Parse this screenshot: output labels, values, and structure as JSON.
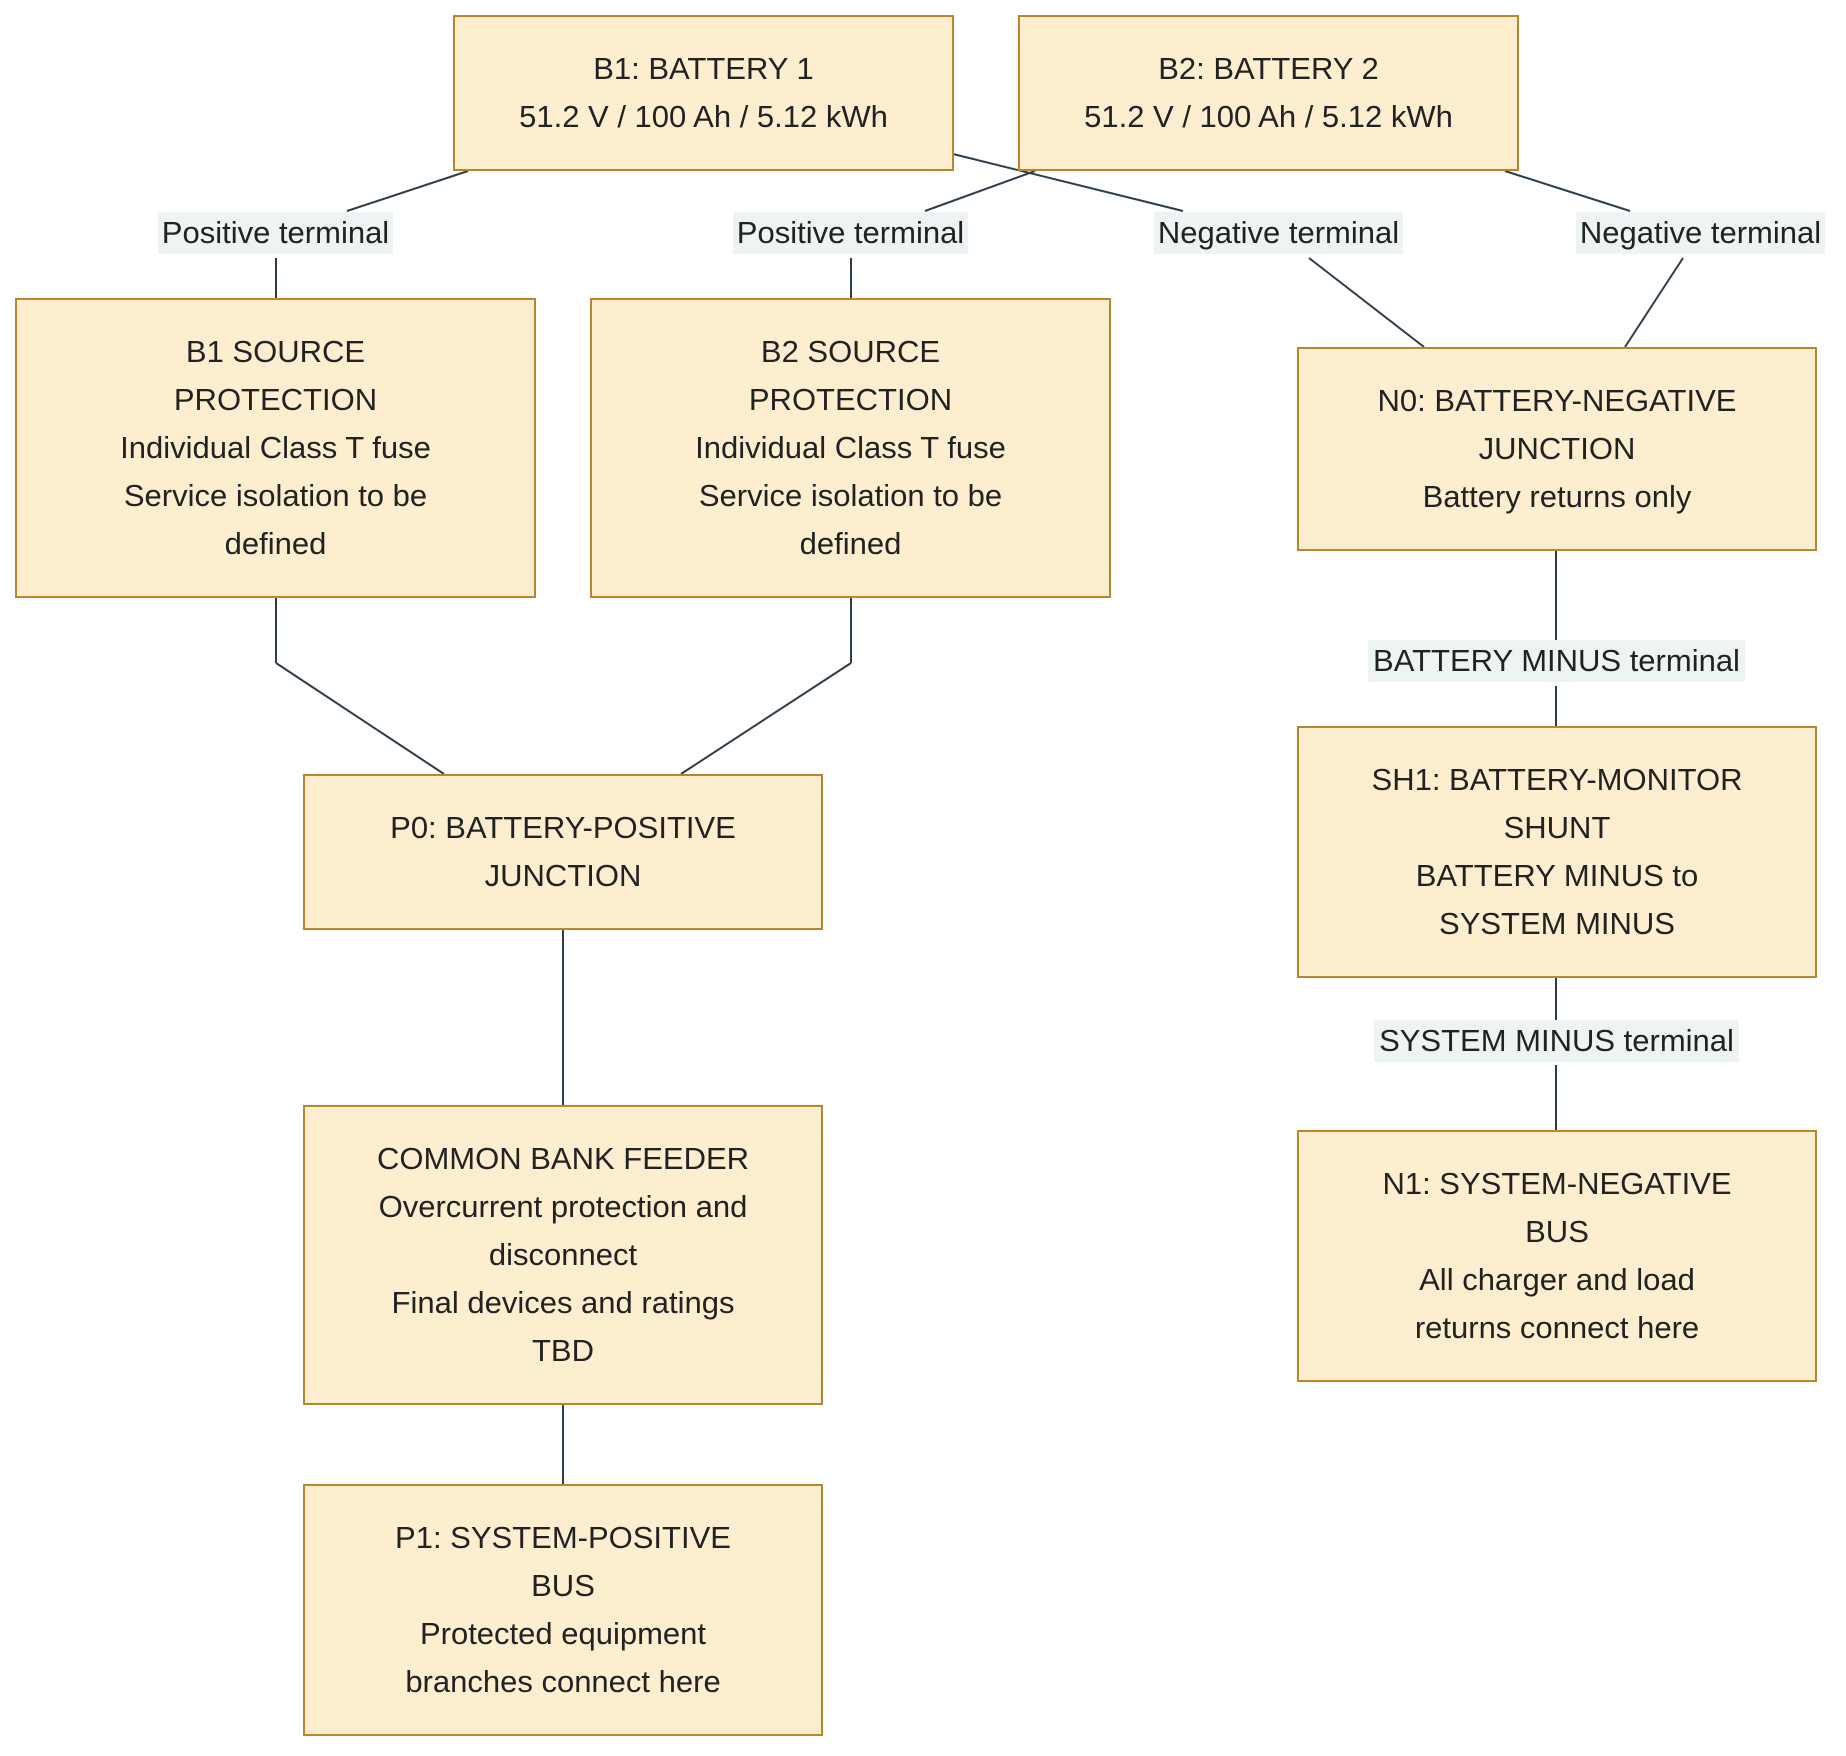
{
  "colors": {
    "node_fill": "#fdeecf",
    "node_border": "#b8862f",
    "label_bg": "#eef3f4",
    "line": "#2e3d4a"
  },
  "nodes": {
    "b1": [
      "B1: BATTERY 1",
      "51.2 V / 100 Ah / 5.12 kWh"
    ],
    "b2": [
      "B2: BATTERY 2",
      "51.2 V / 100 Ah / 5.12 kWh"
    ],
    "b1_protection": [
      "B1 SOURCE",
      "PROTECTION",
      "Individual Class T fuse",
      "Service isolation to be",
      "defined"
    ],
    "b2_protection": [
      "B2 SOURCE",
      "PROTECTION",
      "Individual Class T fuse",
      "Service isolation to be",
      "defined"
    ],
    "n0": [
      "N0: BATTERY-NEGATIVE",
      "JUNCTION",
      "Battery returns only"
    ],
    "p0": [
      "P0: BATTERY-POSITIVE",
      "JUNCTION"
    ],
    "sh1": [
      "SH1: BATTERY-MONITOR",
      "SHUNT",
      "BATTERY MINUS to",
      "SYSTEM MINUS"
    ],
    "feeder": [
      "COMMON BANK FEEDER",
      "Overcurrent protection and",
      "disconnect",
      "Final devices and ratings",
      "TBD"
    ],
    "n1": [
      "N1: SYSTEM-NEGATIVE",
      "BUS",
      "All charger and load",
      "returns connect here"
    ],
    "p1": [
      "P1: SYSTEM-POSITIVE",
      "BUS",
      "Protected equipment",
      "branches connect here"
    ]
  },
  "edge_labels": {
    "b1_positive": "Positive terminal",
    "b2_positive": "Positive terminal",
    "b1_negative": "Negative terminal",
    "b2_negative": "Negative terminal",
    "battery_minus": "BATTERY MINUS terminal",
    "system_minus": "SYSTEM MINUS terminal"
  }
}
